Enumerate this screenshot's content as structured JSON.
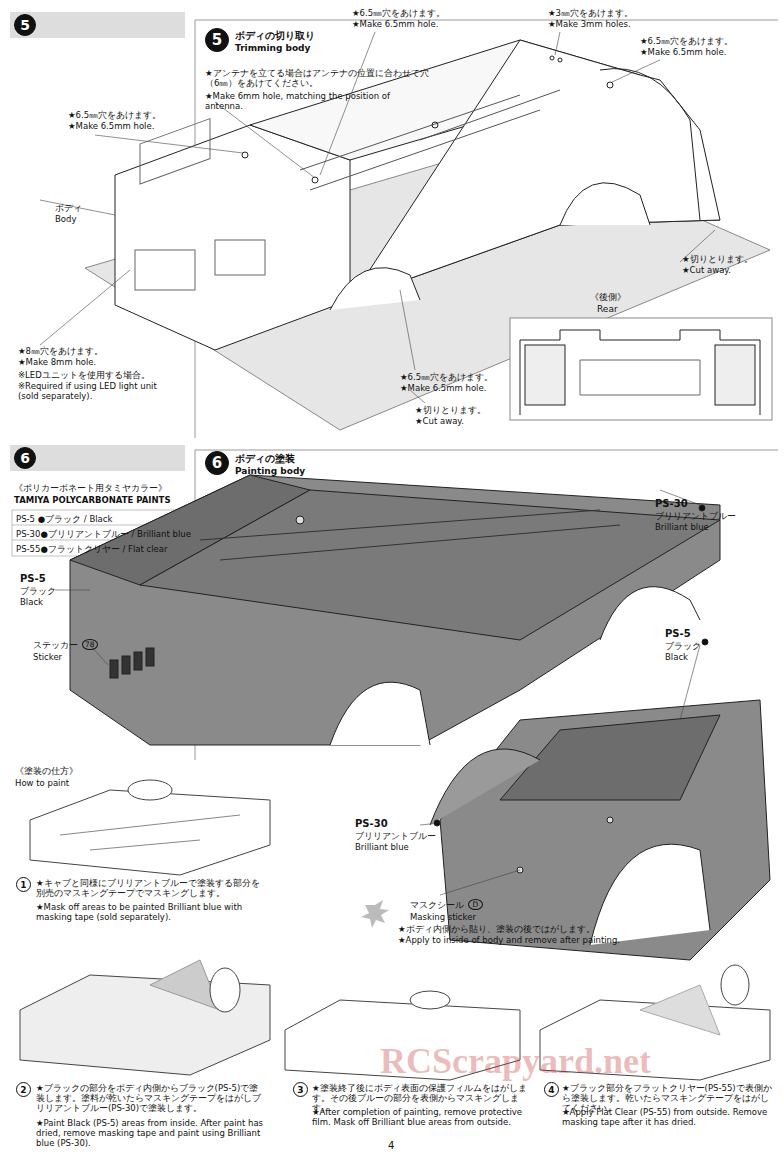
{
  "diagram": {
    "nodes": [
      {
        "text": [
          "5"
        ]
      },
      {
        "text": [
          "5"
        ]
      },
      {
        "text": [
          "6"
        ]
      },
      {
        "text": [
          "6"
        ]
      },
      {
        "text": [
          "1"
        ]
      },
      {
        "text": [
          "2"
        ]
      },
      {
        "text": [
          "3"
        ]
      },
      {
        "text": [
          "4"
        ]
      }
    ],
    "labels": [
      "ボディの切り取り",
      "Trimming body",
      "★6.5㎜穴をあけます。",
      "★Make 6.5mm hole.",
      "★3㎜穴をあけます。",
      "★Make 3mm holes.",
      "★6.5㎜穴をあけます。",
      "★Make 6.5mm hole.",
      "★アンテナを立てる場合はアンテナの位置に合わせて穴（6㎜）をあけてください。",
      "★Make 6mm hole, matching the position of antenna.",
      "★6.5㎜穴をあけます。",
      "★Make 6.5mm hole.",
      "ボディ",
      "Body",
      "★切りとります。",
      "★Cut away.",
      "《後側》",
      "Rear",
      "★8㎜穴をあけます。",
      "★Make 8mm hole.",
      "※LEDユニットを使用する場合。",
      "※Required if using LED light unit (sold separately).",
      "★6.5㎜穴をあけます。",
      "★Make 6.5mm hole.",
      "★切りとります。",
      "★Cut away.",
      "《ポリカーボネート用タミヤカラー》",
      "TAMIYA POLYCARBONATE PAINTS",
      "PS-5 ●ブラック / Black",
      "PS-30●ブリリアントブルー / Brilliant blue",
      "PS-55●フラットクリヤー / Flat clear",
      "ボディの塗装",
      "Painting body",
      "PS-30",
      "ブリリアントブルー",
      "Brilliant blue",
      "PS-5",
      "ブラック",
      "Black",
      "ステッカー",
      "78",
      "Sticker",
      "PS-5",
      "ブラック",
      "Black",
      "PS-30",
      "ブリリアントブルー",
      "Brilliant blue",
      "マスクシール",
      "D",
      "Masking sticker",
      "★ボディ内側から貼り、塗装の後ではがします。",
      "★Apply to inside of body and remove after painting.",
      "《塗装の仕方》",
      "How to paint",
      "★キャブと同様にブリリアントブルーで塗装する部分を別売のマスキングテープでマスキングします。",
      "★Mask off areas to be painted Brilliant blue with masking tape (sold separately).",
      "★ブラックの部分をボディ内側からブラック(PS-5)で塗装します。塗料が乾いたらマスキングテープをはがしブリリアントブルー(PS-30)で塗装します。",
      "★Paint Black (PS-5) areas from inside. After paint has dried, remove masking tape and paint using Brilliant blue (PS-30).",
      "★塗装終了後にボディ表面の保護フィルムをはがします。その後ブルーの部分を表側からマスキングします。",
      "★After completion of painting, remove protective film. Mask off Brilliant blue areas from outside.",
      "★ブラック部分をフラットクリヤー(PS-55)で表側から塗装します。乾いたらマスキングテープをはがしてください。",
      "★Apply Flat Clear (PS-55) from outside. Remove masking tape after it has dried.",
      "RCScrapyard.net",
      "4"
    ]
  }
}
